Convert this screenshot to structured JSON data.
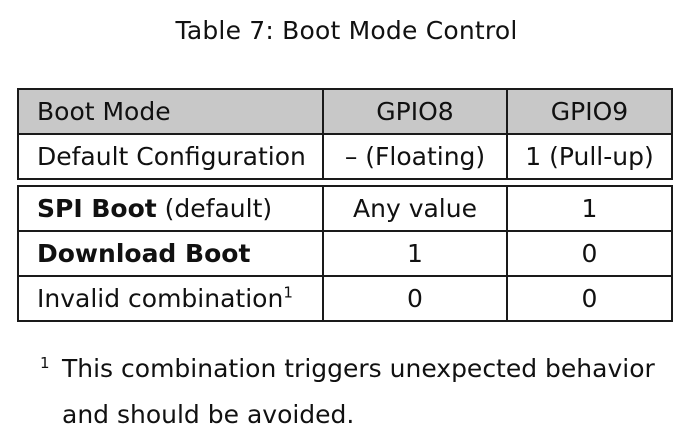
{
  "caption": "Table 7: Boot Mode Control",
  "table": {
    "headers": [
      "Boot Mode",
      "GPIO8",
      "GPIO9"
    ],
    "default_row": [
      "Default Configuration",
      "– (Floating)",
      "1 (Pull-up)"
    ],
    "rows": [
      {
        "mode_bold": "SPI Boot",
        "mode_suffix": " (default)",
        "gpio8": "Any value",
        "gpio9": "1"
      },
      {
        "mode_bold": "Download Boot",
        "mode_suffix": "",
        "gpio8": "1",
        "gpio9": "0"
      },
      {
        "mode_plain": "Invalid combination",
        "footnote_ref": "1",
        "gpio8": "0",
        "gpio9": "0"
      }
    ]
  },
  "footnote": {
    "mark": "1",
    "text": "This combination triggers unexpected behavior and should be avoided."
  }
}
